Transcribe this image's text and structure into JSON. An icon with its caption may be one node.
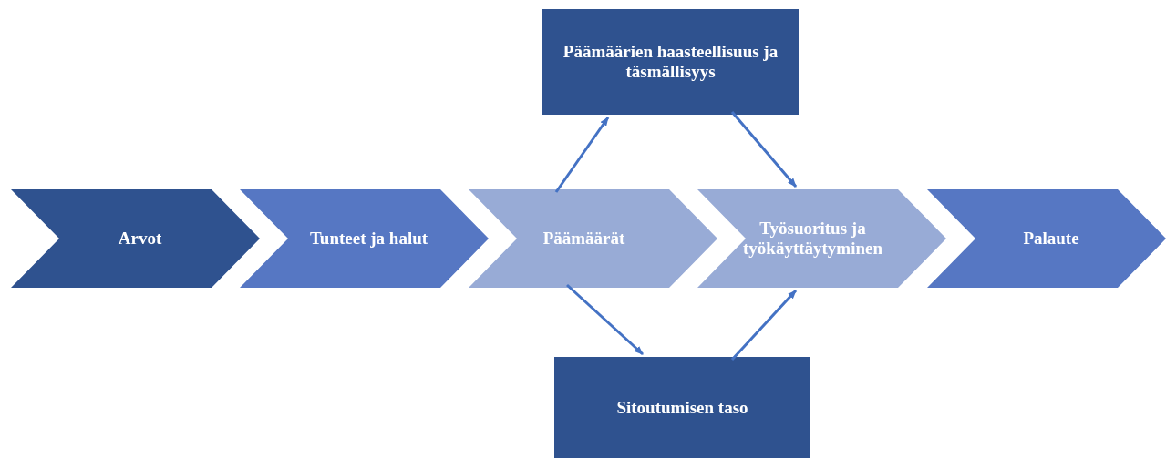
{
  "diagram": {
    "nodes": [
      {
        "text": [
          "Arvot"
        ]
      },
      {
        "text": [
          "Tunteet ja halut"
        ]
      },
      {
        "text": [
          "Päämäärät"
        ]
      },
      {
        "text": [
          "Työsuoritus ja työkäyttäytyminen"
        ]
      },
      {
        "text": [
          "Palaute"
        ]
      },
      {
        "text": [
          "Päämäärien haasteellisuus ja täsmällisyys"
        ]
      },
      {
        "text": [
          "Sitoutumisen taso"
        ]
      }
    ],
    "edges": [
      {
        "from": 2,
        "to": 5,
        "arrow": "to"
      },
      {
        "from": 5,
        "to": 3,
        "arrow": "to"
      },
      {
        "from": 2,
        "to": 6,
        "arrow": "to"
      },
      {
        "from": 6,
        "to": 3,
        "arrow": "to"
      }
    ]
  }
}
